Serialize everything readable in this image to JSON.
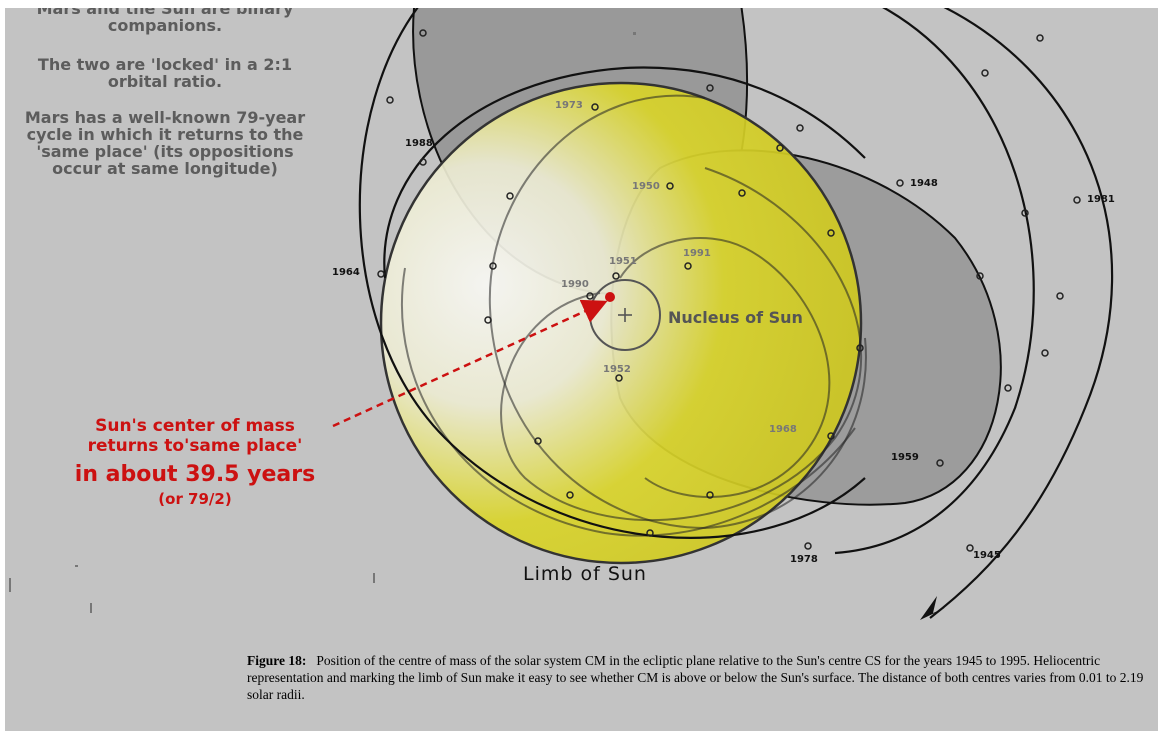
{
  "notes": {
    "line1": "Mars and the Sun are binary companions.",
    "line2": "The two are 'locked' in a 2:1 orbital ratio.",
    "line3": "Mars has a well-known 79-year cycle in which it returns to the 'same place' (its oppositions occur at same longitude)"
  },
  "callout": {
    "line1": "Sun's center of mass",
    "line2": "returns to'same place'",
    "line3": "in about 39.5 years",
    "line4": "(or 79/2)"
  },
  "labels": {
    "limb_of_sun": "Limb of Sun",
    "nucleus_of_sun": "Nucleus of Sun"
  },
  "year_labels": {
    "y1973": "1973",
    "y1988": "1988",
    "y1950": "1950",
    "y1948": "1948",
    "y1981": "1981",
    "y1991": "1991",
    "y1951": "1951",
    "y1990": "1990",
    "y1964": "1964",
    "y1952": "1952",
    "y1968": "1968",
    "y1959": "1959",
    "y1978": "1978",
    "y1945": "1945"
  },
  "caption": {
    "label": "Figure 18:",
    "text": "Position of the centre of mass of the solar system CM in the ecliptic plane relative to the Sun's centre CS for the years 1945 to 1995. Heliocentric representation and marking the limb of Sun make it easy to see whether CM is above or below the Sun's surface. The distance of both centres varies from 0.01 to 2.19 solar radii."
  },
  "colors": {
    "background": "#c3c3c3",
    "sun_yellow": "#d9d42a",
    "highlight_red": "#cc1111",
    "note_gray": "#5c5c5c"
  }
}
